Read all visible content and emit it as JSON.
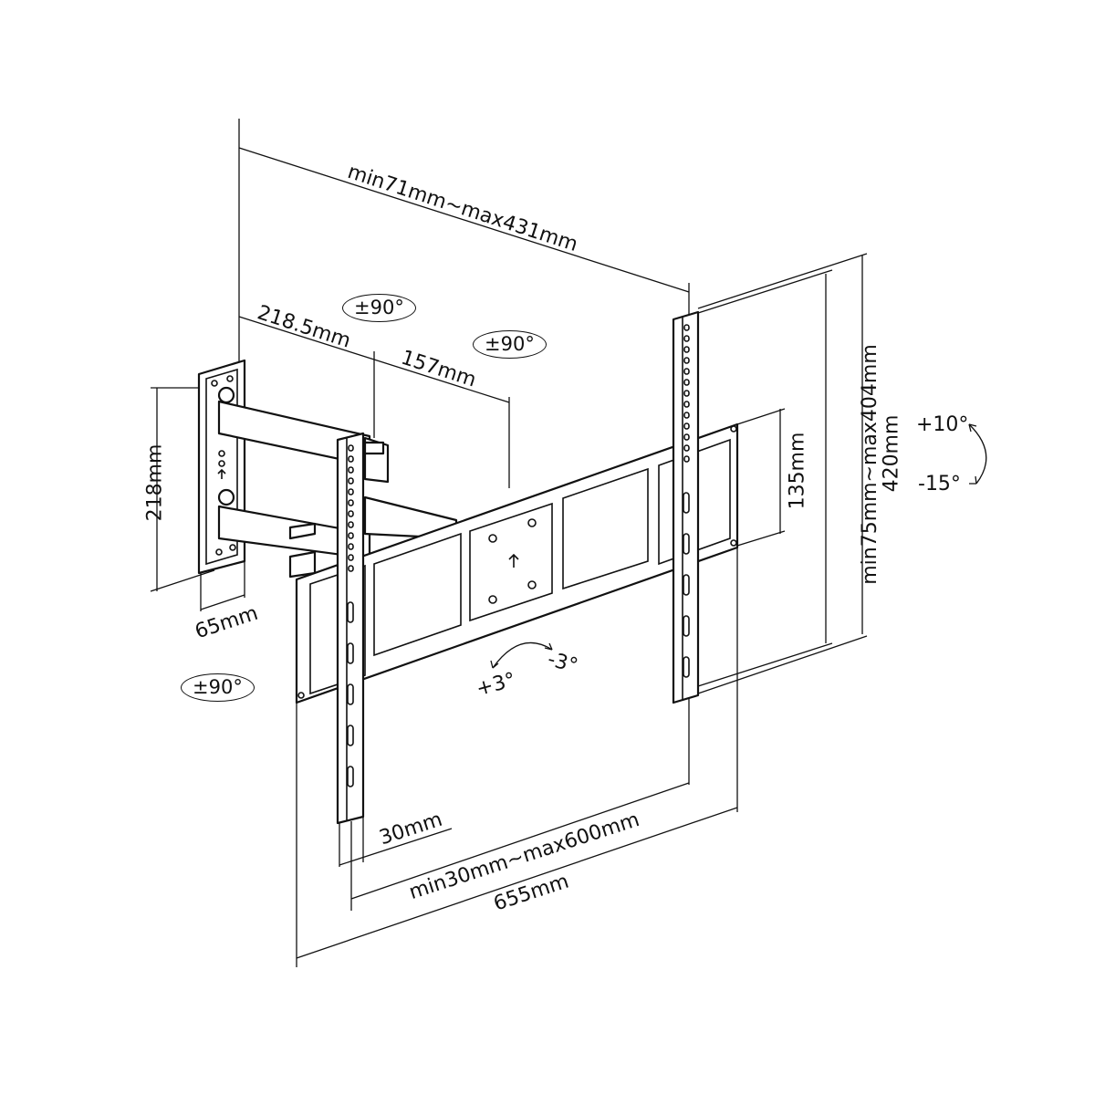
{
  "dimensions": {
    "arm_extension": "min71mm~max431mm",
    "arm_segment_1": "218.5mm",
    "arm_segment_2": "157mm",
    "wall_plate_height": "218mm",
    "wall_plate_width": "65mm",
    "plate_height": "135mm",
    "vertical_vesa": "min75mm~max404mm",
    "rail_height": "420mm",
    "rail_width": "30mm",
    "horizontal_vesa": "min30mm~max600mm",
    "plate_width": "655mm"
  },
  "rotations": {
    "swivel_top": "±90°",
    "swivel_middle": "±90°",
    "swivel_wall": "±90°",
    "tilt_up": "+10°",
    "tilt_down": "-15°",
    "level_plus": "+3°",
    "level_minus": "-3°"
  }
}
